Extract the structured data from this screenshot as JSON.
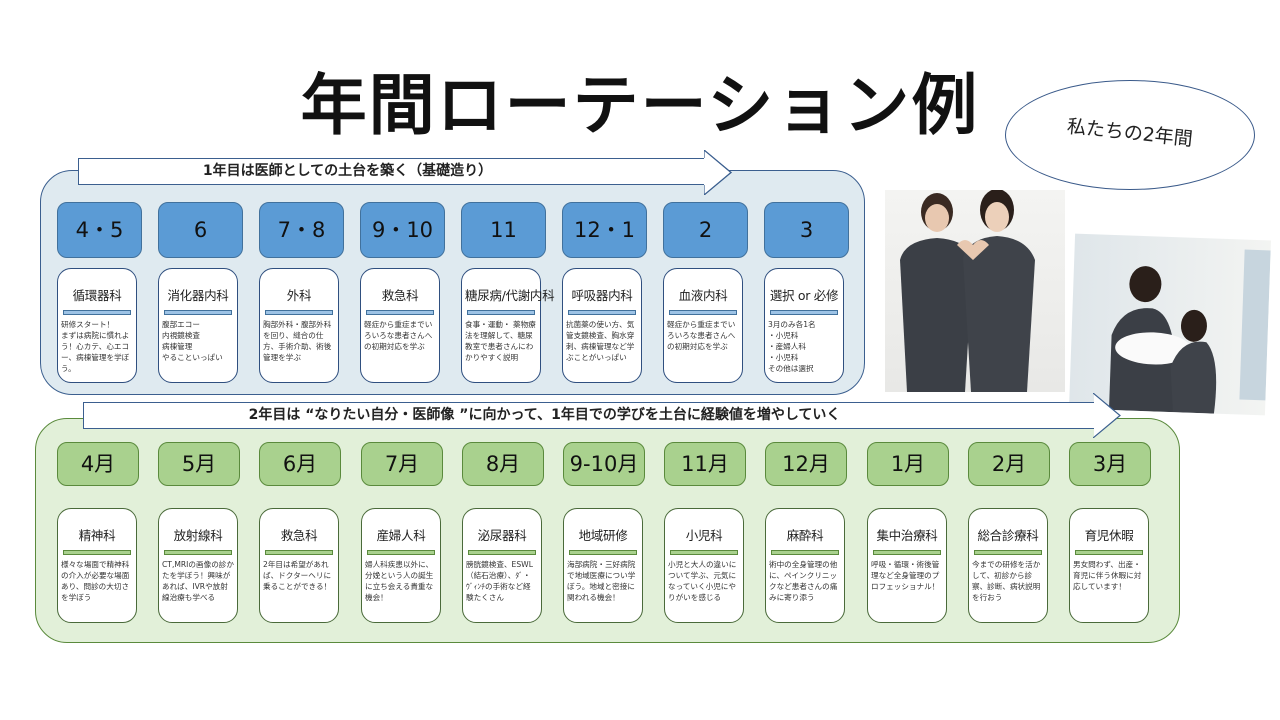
{
  "title": "年間ローテーション例",
  "bubble": "私たちの2年間",
  "colors": {
    "year1_month": "#5b9bd5",
    "year2_month": "#a9d18e",
    "year1_panel": "#dfeaf0",
    "year2_panel": "#e2f0d9"
  },
  "year1": {
    "banner": "1年目は医師としての土台を築く（基礎造り）",
    "rotations": [
      {
        "month": "4・5",
        "dept": "循環器科",
        "desc": "研修スタート！\nまずは病院に慣れよう！心カテ、心エコー、病棟管理を学ぼう。"
      },
      {
        "month": "6",
        "dept": "消化器内科",
        "desc": "腹部エコー\n内視鏡検査\n病棟管理\nやることいっぱい"
      },
      {
        "month": "7・8",
        "dept": "外科",
        "desc": "胸部外科・腹部外科を回り、縫合の仕方、手術介助、術後管理を学ぶ"
      },
      {
        "month": "9・10",
        "dept": "救急科",
        "desc": "軽症から重症までいろいろな患者さんへの初期対応を学ぶ"
      },
      {
        "month": "11",
        "dept": "糖尿病/代謝内科",
        "desc": "食事・運動・ 薬物療法を理解して、糖尿教室で患者さんにわかりやすく説明"
      },
      {
        "month": "12・1",
        "dept": "呼吸器内科",
        "desc": "抗菌薬の使い方、気管支鏡検査、胸水穿刺、病棟管理など学ぶことがいっぱい"
      },
      {
        "month": "2",
        "dept": "血液内科",
        "desc": "軽症から重症までいろいろな患者さんへの初期対応を学ぶ"
      },
      {
        "month": "3",
        "dept": "選択 or 必修",
        "desc": "3月のみ各1名\n・小児科\n・産婦人科\n・小児科\n その他は選択"
      }
    ]
  },
  "year2": {
    "banner": "2年目は “なりたい自分・医師像 ”に向かって、1年目での学びを土台に経験値を増やしていく",
    "rotations": [
      {
        "month": "4月",
        "dept": "精神科",
        "desc": "様々な場面で精神科の介入が必要な場面あり、問診の大切さを学ぼう"
      },
      {
        "month": "5月",
        "dept": "放射線科",
        "desc": "CT,MRIの画像の診かたを学ぼう！興味があれば、IVRや放射線治療も学べる"
      },
      {
        "month": "6月",
        "dept": "救急科",
        "desc": "2年目は希望があれば、ドクターヘリに乗ることができる！"
      },
      {
        "month": "7月",
        "dept": "産婦人科",
        "desc": "婦人科疾患以外に、分娩という人の誕生に立ち会える貴重な機会！"
      },
      {
        "month": "8月",
        "dept": "泌尿器科",
        "desc": "膀胱鏡検査、ESWL（結石治療）、ﾀﾞ・ｳﾞｨﾝﾁの手術など経験たくさん"
      },
      {
        "month": "9-10月",
        "dept": "地域研修",
        "desc": "海部病院・三好病院で地域医療につい学ぼう。地域と密接に関われる機会！"
      },
      {
        "month": "11月",
        "dept": "小児科",
        "desc": "小児と大人の違いについて学ぶ、元気になっていく小児にやりがいを感じる"
      },
      {
        "month": "12月",
        "dept": "麻酔科",
        "desc": "術中の全身管理の他に、ペインクリニックなど患者さんの痛みに寄り添う"
      },
      {
        "month": "1月",
        "dept": "集中治療科",
        "desc": "呼吸・循環・術後管理など全身管理のプロフェッショナル！"
      },
      {
        "month": "2月",
        "dept": "総合診療科",
        "desc": "今までの研修を活かして、初診から診察、診断、病状説明を行おう"
      },
      {
        "month": "3月",
        "dept": "育児休暇",
        "desc": "男女問わず、出産・育児に伴う休暇に対応しています！"
      }
    ]
  }
}
